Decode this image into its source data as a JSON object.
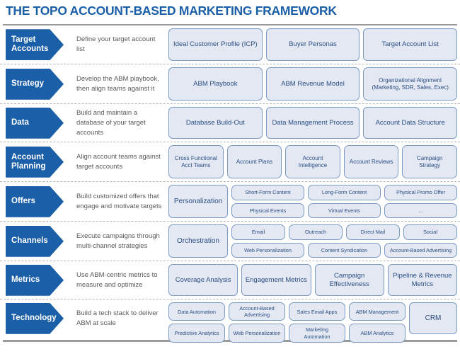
{
  "title": "THE TOPO ACCOUNT-BASED MARKETING FRAMEWORK",
  "colors": {
    "chevron_blue": "#1b5fa8",
    "title_blue": "#1a5fa8",
    "card_fill": "#e3e8f3",
    "card_border": "#7b9bc4",
    "card_text": "#2b4f83",
    "rule_gray": "#9a9a9a",
    "desc_text": "#5a5a5a"
  },
  "rows": [
    {
      "label": "Target Accounts",
      "description": "Define your target account list",
      "cards": [
        "Ideal Customer Profile (ICP)",
        "Buyer Personas",
        "Target Account List"
      ]
    },
    {
      "label": "Strategy",
      "description": "Develop the ABM playbook, then align teams against it",
      "cards": [
        "ABM Playbook",
        "ABM Revenue Model",
        "Organizational Alignment (Marketing, SDR, Sales, Exec)"
      ]
    },
    {
      "label": "Data",
      "description": "Build and maintain a database of your target accounts",
      "cards": [
        "Database Build-Out",
        "Data Management Process",
        "Account Data Structure"
      ]
    },
    {
      "label": "Account Planning",
      "description": "Align account teams against target accounts",
      "cards": [
        "Cross Functional Acct Teams",
        "Account Plans",
        "Account Intelligence",
        "Account Reviews",
        "Campaign Strategy"
      ]
    },
    {
      "label": "Offers",
      "description": "Build customized offers that engage and motivate targets",
      "anchor": "Personalization",
      "grid_top": [
        "Short-Form Content",
        "Long-Form Content",
        "Physical Promo Offer"
      ],
      "grid_bottom": [
        "Physical Events",
        "Virtual Events",
        "..."
      ]
    },
    {
      "label": "Channels",
      "description": "Execute campaigns through multi-channel strategies",
      "anchor": "Orchestration",
      "grid_top": [
        "Email",
        "Outreach",
        "Direct Mail",
        "Social"
      ],
      "grid_bottom": [
        "Web Personalization",
        "Content Syndication",
        "Account-Based Advertising"
      ]
    },
    {
      "label": "Metrics",
      "description": "Use ABM-centric metrics to measure and optimize",
      "cards": [
        "Coverage Analysis",
        "Engagement Metrics",
        "Campaign Effectiveness",
        "Pipeline & Revenue Metrics"
      ]
    },
    {
      "label": "Technology",
      "description": "Build a tech stack to deliver ABM at scale",
      "grid_top": [
        "Data Automation",
        "Account-Based Advertising",
        "Sales Email Apps",
        "ABM Management"
      ],
      "grid_bottom": [
        "Predictive Analytics",
        "Web Personalization",
        "Marketing Automation",
        "ABM Analytics"
      ],
      "side_card": "CRM"
    }
  ]
}
